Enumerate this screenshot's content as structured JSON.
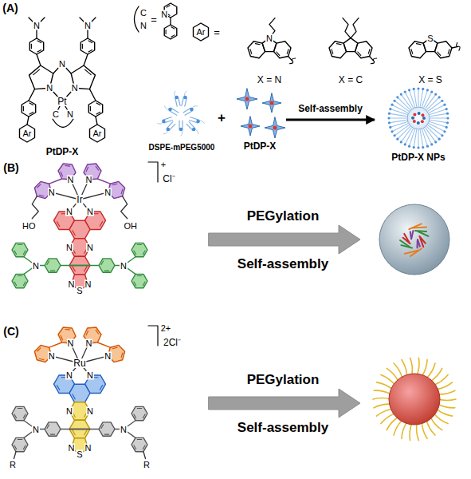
{
  "diagram": {
    "nodes": [
      {
        "text": [
          "DSPE-mPEG5000"
        ]
      },
      {
        "text": [
          "PtDP-X"
        ]
      },
      {
        "text": [
          "PtDP-X NPs"
        ]
      }
    ],
    "edges": [
      {
        "from": 1,
        "to": 2,
        "arrow": "to",
        "label": "Self-assembly"
      }
    ],
    "labels": [
      "(A)",
      "N",
      "N",
      "N",
      "N",
      "N",
      "Pt",
      "C",
      "N",
      "Ar",
      "Ar",
      "PtDP-X",
      "C",
      "N",
      "=",
      "N",
      "Ar",
      "=",
      "N",
      "S",
      "X = N",
      "X = C",
      "X = S",
      "+",
      "(B)",
      "+",
      "Cl⁻",
      "N",
      "N",
      "N",
      "N",
      "Ir",
      "N",
      "N",
      "HO",
      "OH",
      "N",
      "N",
      "N",
      "N",
      "N",
      "S",
      "N",
      "PEGylation",
      "Self-assembly",
      "(C)",
      "2+",
      "2Cl⁻",
      "N",
      "N",
      "N",
      "N",
      "Ru",
      "N",
      "N",
      "N",
      "N",
      "N",
      "N",
      "N",
      "S",
      "N",
      "R",
      "R",
      "PEGylation",
      "Self-assembly"
    ]
  }
}
